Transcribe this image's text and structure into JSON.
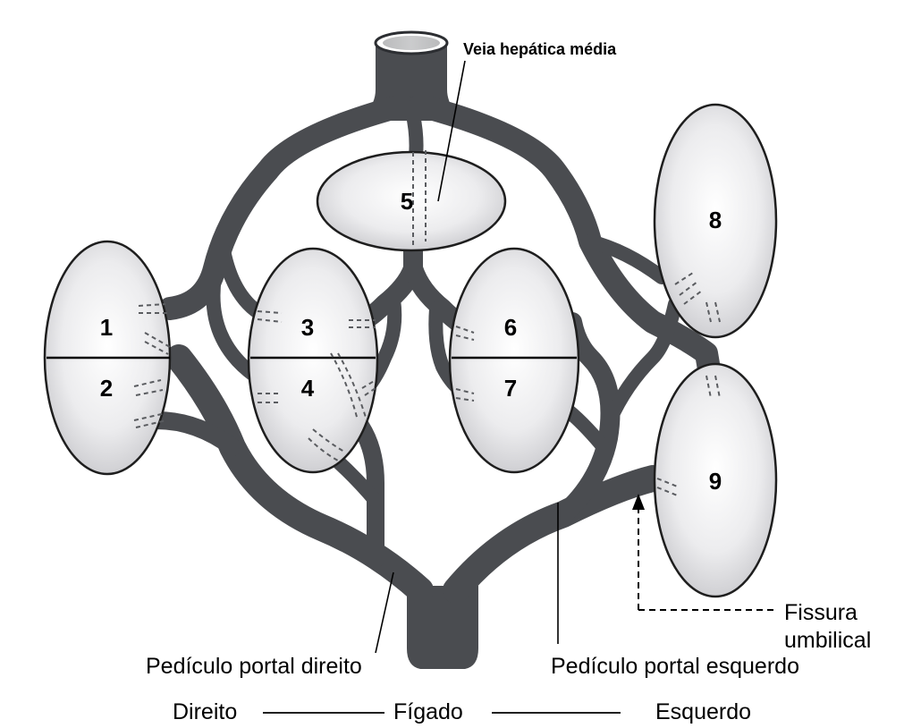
{
  "diagram": {
    "segments": [
      {
        "id": "1",
        "label": "1"
      },
      {
        "id": "2",
        "label": "2"
      },
      {
        "id": "3",
        "label": "3"
      },
      {
        "id": "4",
        "label": "4"
      },
      {
        "id": "5",
        "label": "5"
      },
      {
        "id": "6",
        "label": "6"
      },
      {
        "id": "7",
        "label": "7"
      },
      {
        "id": "8",
        "label": "8"
      },
      {
        "id": "9",
        "label": "9"
      }
    ],
    "labels": {
      "middle_hepatic_vein": "Veia hepática média",
      "umbilical_fissure_line1": "Fissura",
      "umbilical_fissure_line2": "umbilical",
      "right_portal_pedicle": "Pedículo portal direito",
      "left_portal_pedicle": "Pedículo portal esquerdo",
      "right": "Direito",
      "liver": "Fígado",
      "left": "Esquerdo"
    },
    "colors": {
      "vessel": "#4a4c50",
      "lobe_center": "#ffffff",
      "lobe_edge": "#c8c8cc",
      "outline": "#1e1e1e"
    }
  }
}
